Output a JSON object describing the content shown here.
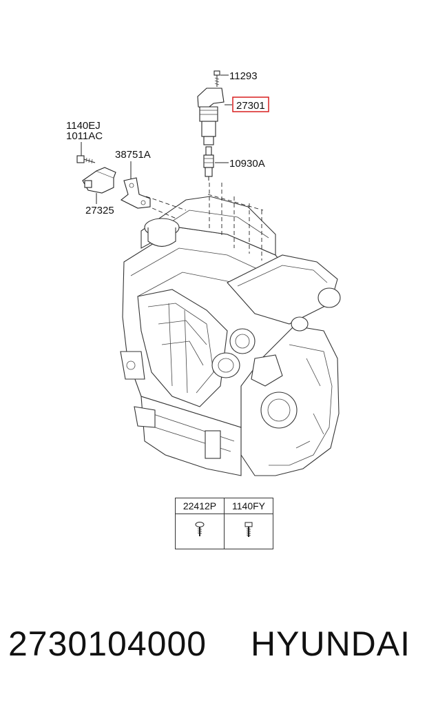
{
  "callouts": {
    "c11293": "11293",
    "c27301": "27301",
    "c1140ej": "1140EJ",
    "c1011ac": "1011AC",
    "c38751a": "38751A",
    "c10930a": "10930A",
    "c27325": "27325"
  },
  "highlight_color": "#d81f1f",
  "legend": {
    "col1": "22412P",
    "col2": "1140FY"
  },
  "footer": {
    "part_number": "2730104000",
    "brand": "HYUNDAI"
  }
}
